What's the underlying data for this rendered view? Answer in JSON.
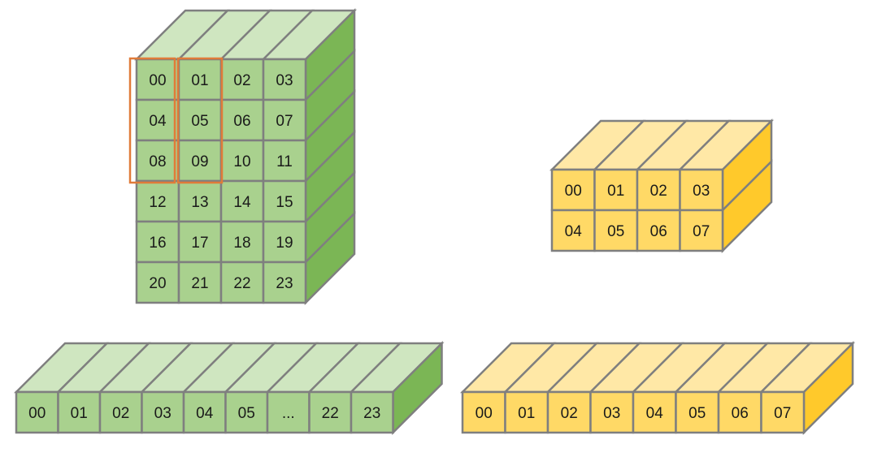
{
  "diagram": {
    "green_block": {
      "rows": [
        [
          "00",
          "01",
          "02",
          "03"
        ],
        [
          "04",
          "05",
          "06",
          "07"
        ],
        [
          "08",
          "09",
          "10",
          "11"
        ],
        [
          "12",
          "13",
          "14",
          "15"
        ],
        [
          "16",
          "17",
          "18",
          "19"
        ],
        [
          "20",
          "21",
          "22",
          "23"
        ]
      ],
      "highlighted_columns": [
        {
          "column": 0,
          "from_row": 0,
          "to_row": 2
        },
        {
          "column": 1,
          "from_row": 0,
          "to_row": 2
        }
      ]
    },
    "yellow_block": {
      "rows": [
        [
          "00",
          "01",
          "02",
          "03"
        ],
        [
          "04",
          "05",
          "06",
          "07"
        ]
      ]
    },
    "green_strip": {
      "cells": [
        "00",
        "01",
        "02",
        "03",
        "04",
        "05",
        "...",
        "22",
        "23"
      ]
    },
    "yellow_strip": {
      "cells": [
        "00",
        "01",
        "02",
        "03",
        "04",
        "05",
        "06",
        "07"
      ]
    },
    "colors": {
      "green_front": "#a9d18e",
      "green_top": "#cfe6c0",
      "green_side": "#7bb655",
      "yellow_front": "#ffd966",
      "yellow_top": "#ffe8a6",
      "yellow_side": "#ffc92b",
      "highlight": "#e07b39",
      "outline": "#7f7f7f"
    }
  }
}
